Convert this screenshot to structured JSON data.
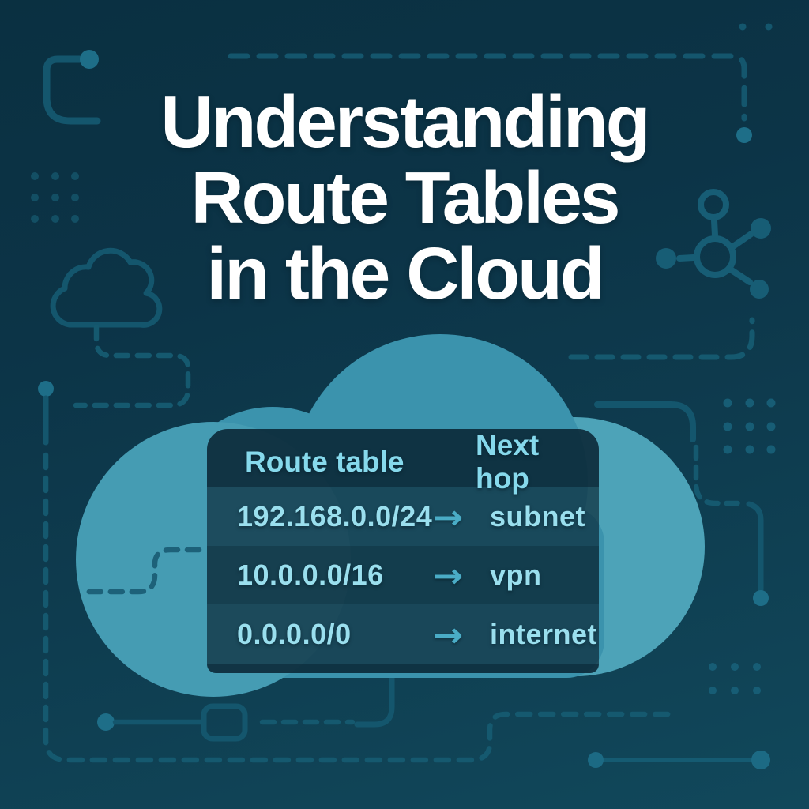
{
  "title": {
    "line1": "Understanding",
    "line2": "Route Tables",
    "line3": "in the Cloud"
  },
  "table": {
    "columns": [
      "Route table",
      "Next hop"
    ],
    "rows": [
      {
        "route": "192.168.0.0/24",
        "next_hop": "subnet"
      },
      {
        "route": "10.0.0.0/16",
        "next_hop": "vpn"
      },
      {
        "route": "0.0.0.0/0",
        "next_hop": "internet"
      }
    ],
    "arrow_glyph": "→"
  },
  "icons": {
    "cloud_illustration": "large filled cloud",
    "cloud_outline": "small stroked cloud",
    "network_node": "hub with four spokes",
    "circuit_traces": "dashed and solid connector lines with node dots",
    "dot_grids": "decorative dot matrices"
  },
  "colors": {
    "background_top": "#0a3041",
    "background_bottom": "#11485b",
    "cloud_main": "#3b93ad",
    "cloud_left_lobe": "#459cb3",
    "cloud_right_lobe": "#4da3b8",
    "panel_dark": "#0d3447",
    "header_text": "#86d9ec",
    "cell_text": "#9adfee",
    "arrow": "#4aacc6",
    "title_text": "#ffffff",
    "decor_line": "#14566d",
    "decor_bright_dot": "#1e6e88"
  }
}
